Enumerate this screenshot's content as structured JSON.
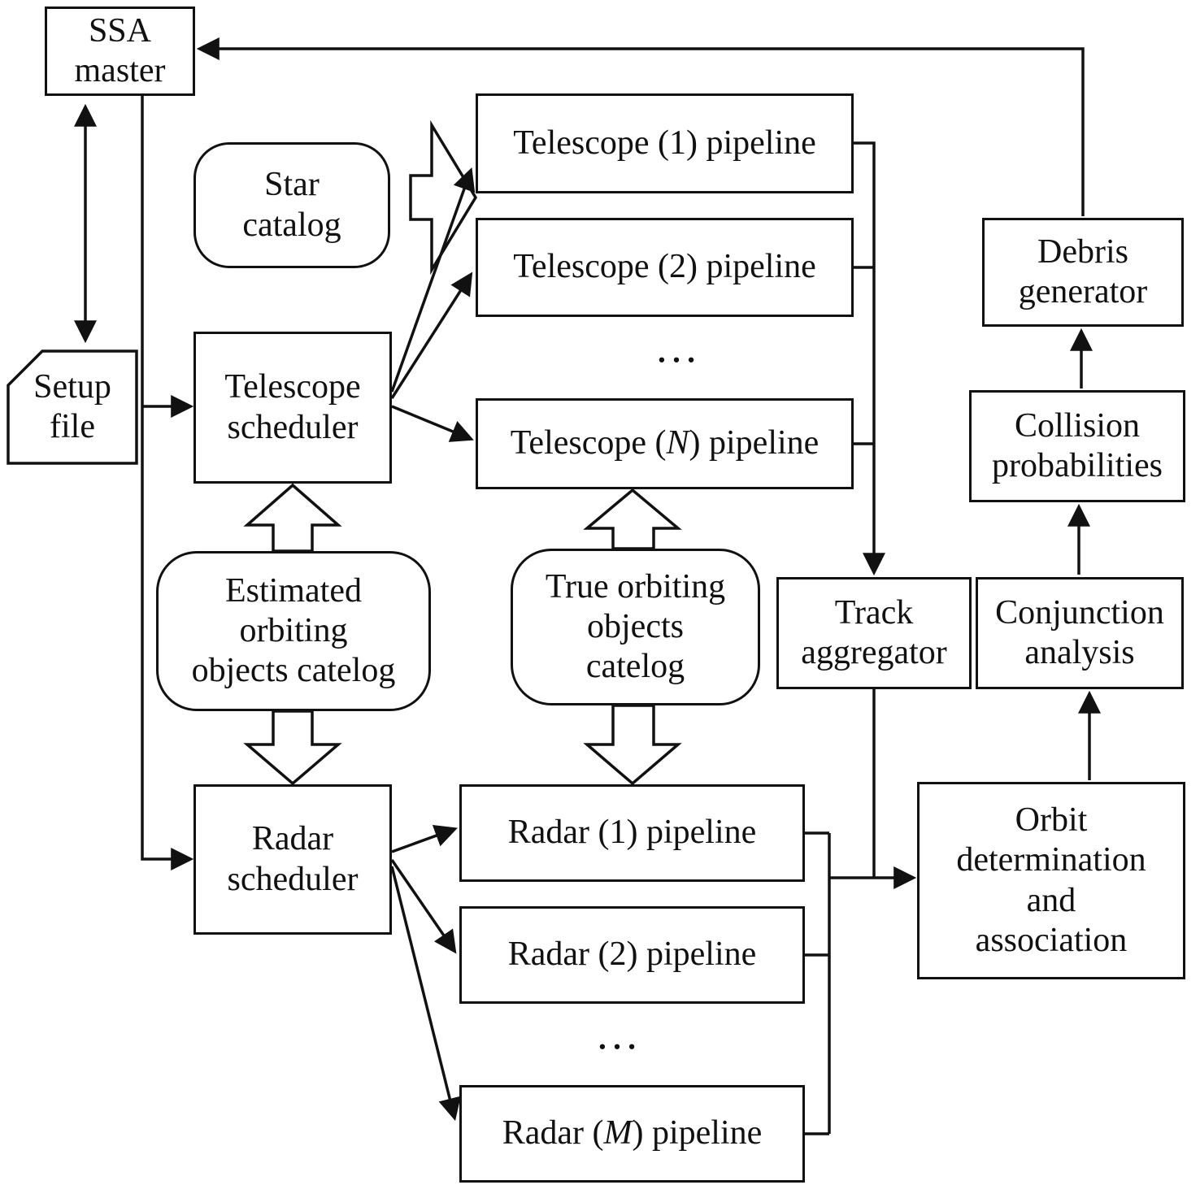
{
  "diagram": {
    "colors": {
      "stroke": "#111111",
      "background": "#ffffff"
    },
    "nodes": {
      "ssa_master": {
        "label": "SSA\nmaster"
      },
      "setup_file": {
        "label": "Setup\nfile"
      },
      "star_catalog": {
        "label": "Star\ncatalog"
      },
      "telescope_scheduler": {
        "label": "Telescope\nscheduler"
      },
      "telescope_pipeline_1": {
        "label": "Telescope (1) pipeline"
      },
      "telescope_pipeline_2": {
        "label": "Telescope (2) pipeline"
      },
      "telescope_ellipsis": {
        "label": "…"
      },
      "telescope_pipeline_n": {
        "prefix": "Telescope (",
        "var": "N",
        "suffix": ") pipeline"
      },
      "estimated_catalog": {
        "label": "Estimated\norbiting\nobjects catelog"
      },
      "true_catalog": {
        "label": "True orbiting\nobjects\ncatelog"
      },
      "track_aggregator": {
        "label": "Track\naggregator"
      },
      "conjunction_analysis": {
        "label": "Conjunction\nanalysis"
      },
      "collision_probabilities": {
        "label": "Collision\nprobabilities"
      },
      "debris_generator": {
        "label": "Debris\ngenerator"
      },
      "radar_scheduler": {
        "label": "Radar\nscheduler"
      },
      "radar_pipeline_1": {
        "label": "Radar (1) pipeline"
      },
      "radar_pipeline_2": {
        "label": "Radar (2) pipeline"
      },
      "radar_ellipsis": {
        "label": "…"
      },
      "radar_pipeline_m": {
        "prefix": "Radar (",
        "var": "M",
        "suffix": ") pipeline"
      },
      "orbit_determination": {
        "label": "Orbit\ndetermination\nand\nassociation"
      }
    },
    "edges": [
      {
        "from": "ssa_master",
        "to": "setup_file",
        "style": "double-arrow"
      },
      {
        "from": "ssa_master",
        "to": "telescope_scheduler",
        "style": "arrow"
      },
      {
        "from": "ssa_master",
        "to": "radar_scheduler",
        "style": "arrow"
      },
      {
        "from": "star_catalog",
        "to": "telescope_pipelines",
        "style": "block-arrow"
      },
      {
        "from": "telescope_scheduler",
        "to": "telescope_pipeline_1",
        "style": "arrow"
      },
      {
        "from": "telescope_scheduler",
        "to": "telescope_pipeline_2",
        "style": "arrow"
      },
      {
        "from": "telescope_scheduler",
        "to": "telescope_pipeline_n",
        "style": "arrow"
      },
      {
        "from": "estimated_catalog",
        "to": "telescope_scheduler",
        "style": "block-arrow"
      },
      {
        "from": "estimated_catalog",
        "to": "radar_scheduler",
        "style": "block-arrow"
      },
      {
        "from": "true_catalog",
        "to": "telescope_pipeline_n",
        "style": "block-arrow"
      },
      {
        "from": "true_catalog",
        "to": "radar_pipeline_1",
        "style": "block-arrow"
      },
      {
        "from": "telescope_pipelines",
        "to": "track_aggregator",
        "style": "arrow"
      },
      {
        "from": "radar_scheduler",
        "to": "radar_pipeline_1",
        "style": "arrow"
      },
      {
        "from": "radar_scheduler",
        "to": "radar_pipeline_2",
        "style": "arrow"
      },
      {
        "from": "radar_scheduler",
        "to": "radar_pipeline_m",
        "style": "arrow"
      },
      {
        "from": "radar_pipelines",
        "to": "orbit_determination",
        "style": "arrow"
      },
      {
        "from": "track_aggregator",
        "to": "orbit_determination",
        "style": "line"
      },
      {
        "from": "orbit_determination",
        "to": "conjunction_analysis",
        "style": "arrow"
      },
      {
        "from": "conjunction_analysis",
        "to": "collision_probabilities",
        "style": "arrow"
      },
      {
        "from": "collision_probabilities",
        "to": "debris_generator",
        "style": "arrow"
      },
      {
        "from": "debris_generator",
        "to": "ssa_master",
        "style": "arrow"
      }
    ]
  }
}
